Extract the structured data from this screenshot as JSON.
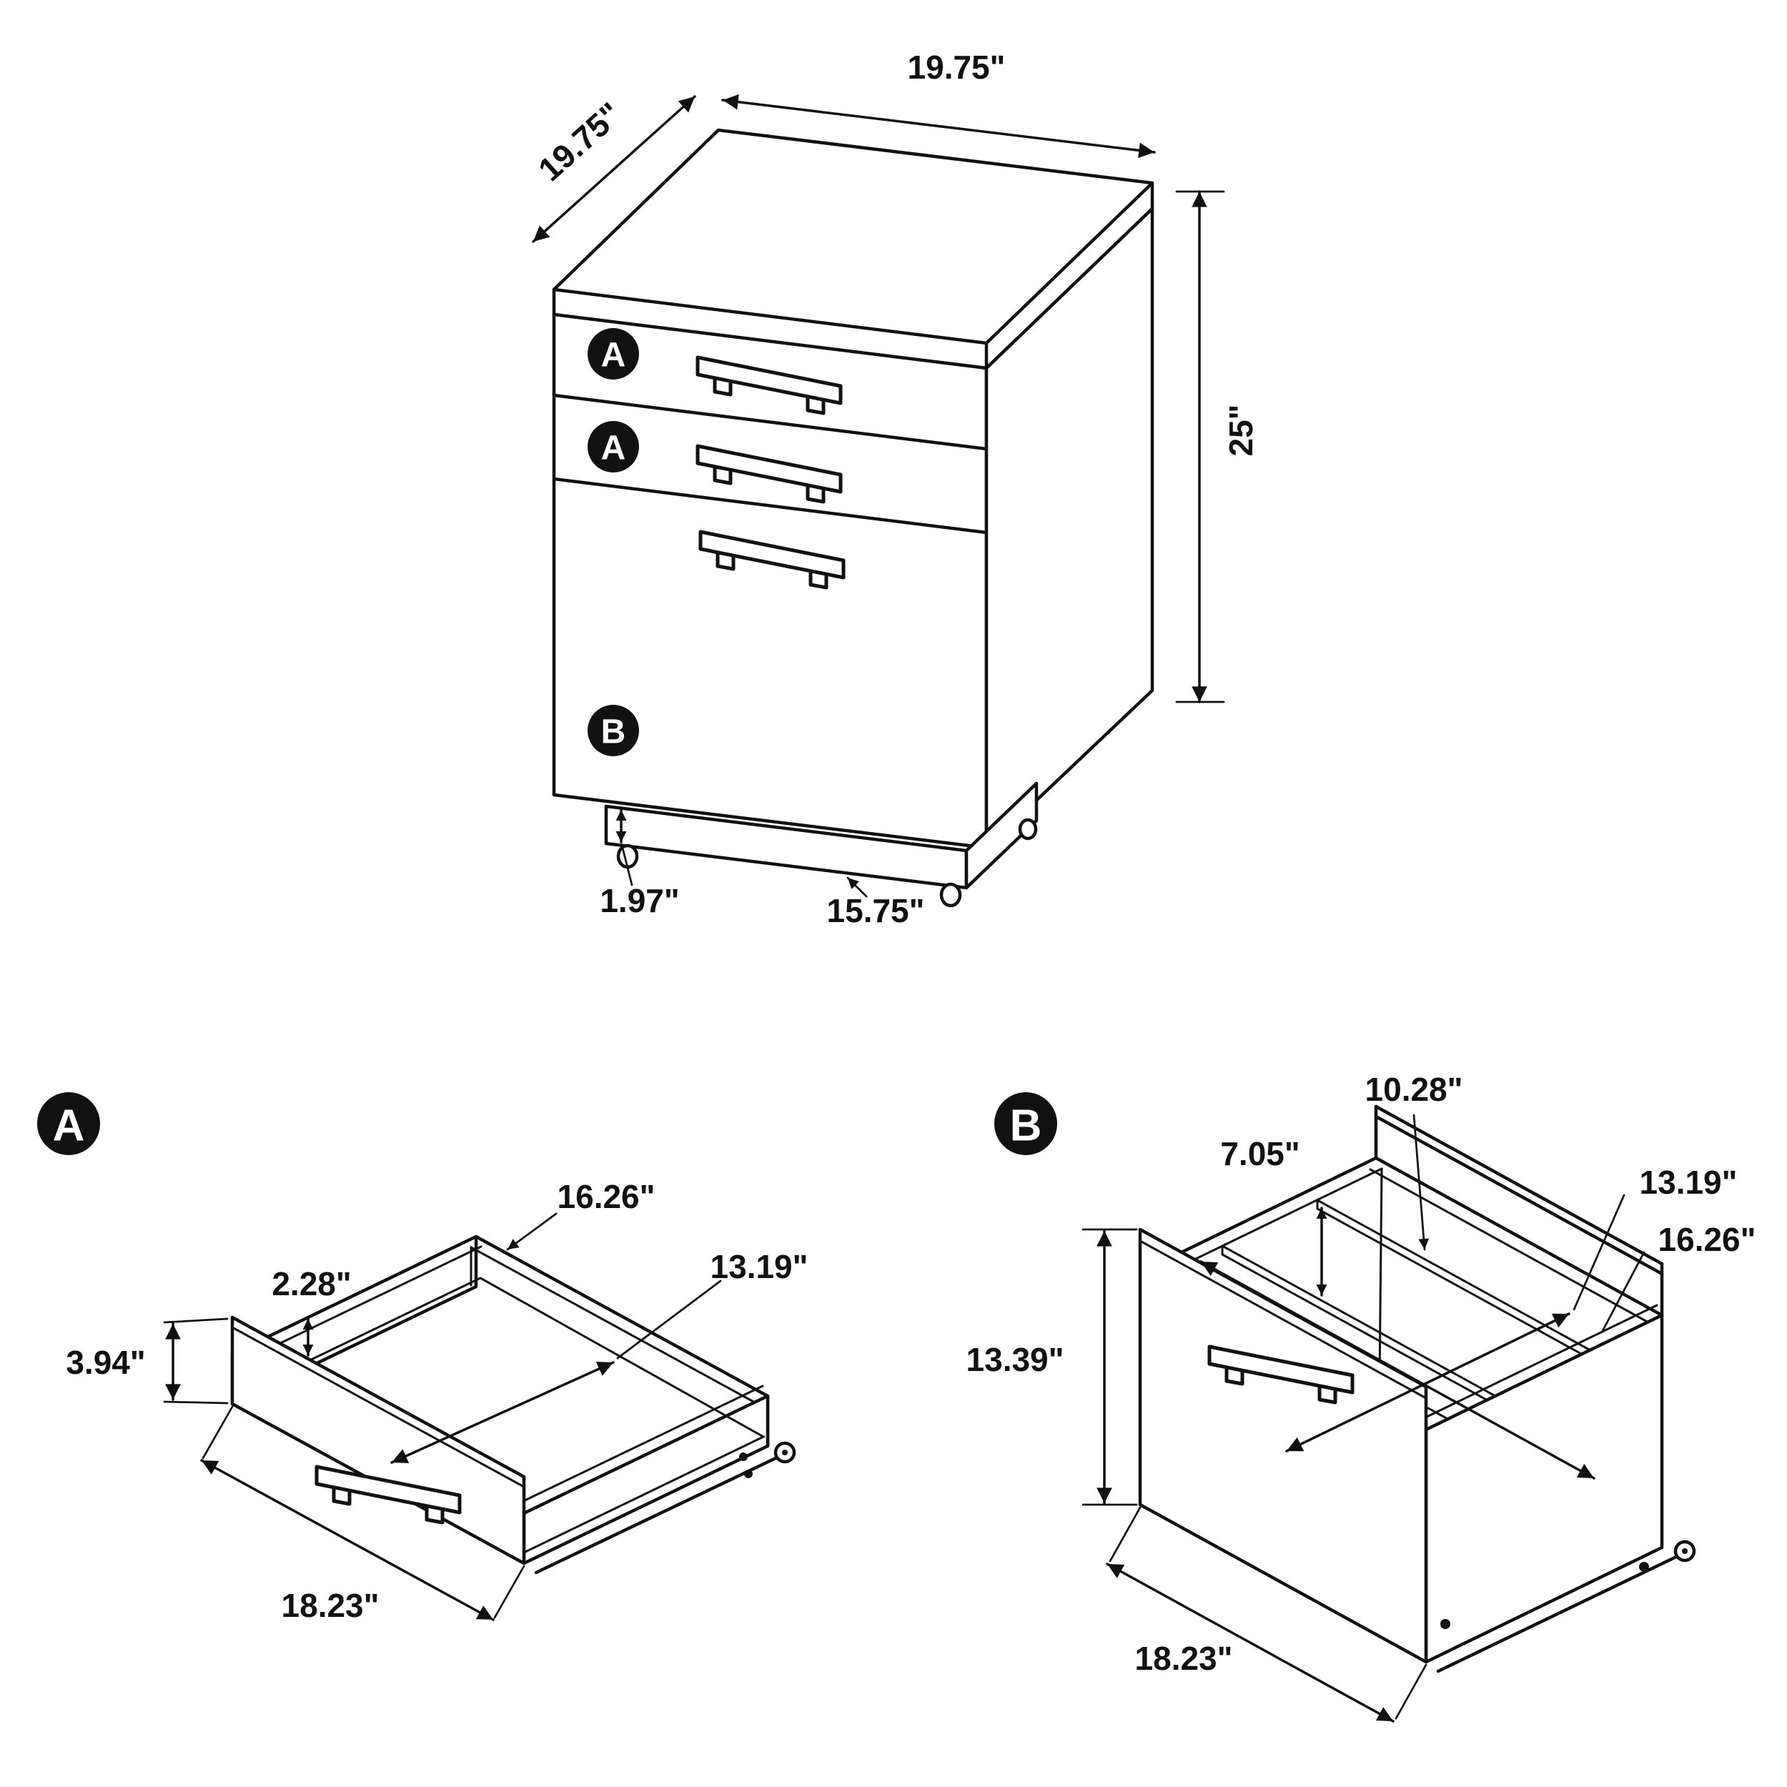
{
  "page": {
    "background": "#ffffff",
    "line_color": "#111111"
  },
  "cabinet_view": {
    "drawer_labels": {
      "top": "A",
      "middle": "A",
      "bottom": "B"
    },
    "dimensions": {
      "top_depth": "19.75\"",
      "top_width": "19.75\"",
      "height": "25\"",
      "base_height": "1.97\"",
      "base_width": "15.75\""
    }
  },
  "drawer_a_view": {
    "label": "A",
    "dimensions": {
      "side_height": "2.28\"",
      "interior_width": "16.26\"",
      "interior_depth": "13.19\"",
      "front_height": "3.94\"",
      "exterior_width": "18.23\""
    }
  },
  "drawer_b_view": {
    "label": "B",
    "dimensions": {
      "rail_depth": "10.28\"",
      "rail_height": "7.05\"",
      "interior_depth": "13.19\"",
      "interior_width": "16.26\"",
      "front_height": "13.39\"",
      "exterior_width": "18.23\""
    }
  }
}
